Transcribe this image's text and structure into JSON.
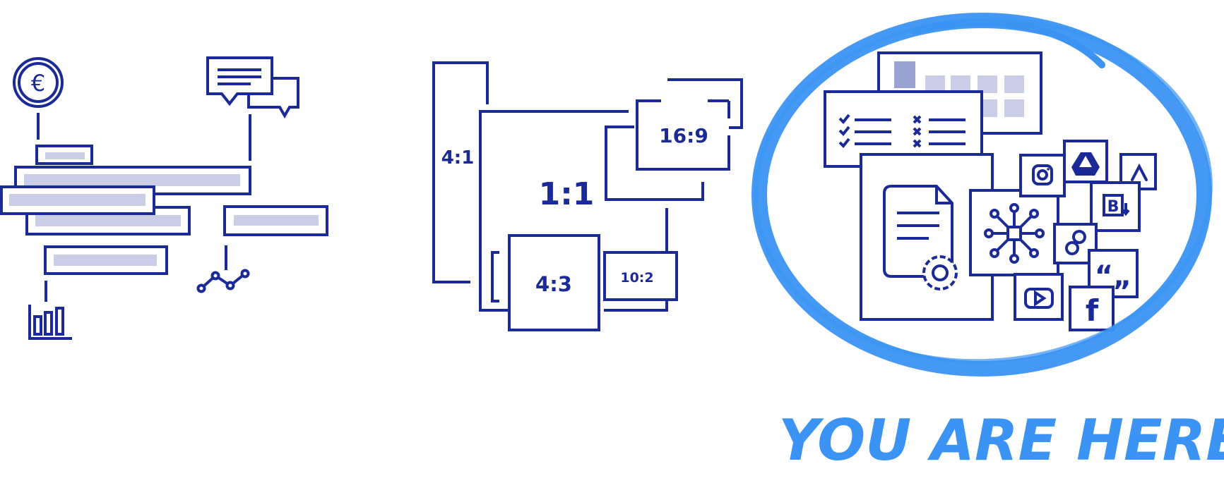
{
  "colors": {
    "navy": "#1a2a96",
    "blue": "#3b93f3",
    "bar": "#c9cde6",
    "background": "#ffffff"
  },
  "left_group": {
    "currency_symbol": "€",
    "icons": [
      "euro-coin-icon",
      "chat-bubbles-icon",
      "line-chart-icon",
      "bar-chart-icon"
    ]
  },
  "ratio_group": {
    "labels": {
      "r4_1": "4:1",
      "r1_1": "1:1",
      "r16_9": "16:9",
      "r4_3": "4:3",
      "r10_2": "10:2"
    }
  },
  "content_hub": {
    "icons": [
      "calendar-grid-icon",
      "checklist-icon",
      "document-gear-icon",
      "hub-network-icon",
      "instagram-icon",
      "google-drive-icon",
      "google-ads-icon",
      "bynder-icon",
      "link-icon",
      "quote-icon",
      "youtube-icon",
      "facebook-icon"
    ],
    "brand_letters": {
      "bynder": "B",
      "facebook": "f",
      "quote": "“„"
    }
  },
  "annotation": {
    "text": "YOU ARE HERE"
  }
}
